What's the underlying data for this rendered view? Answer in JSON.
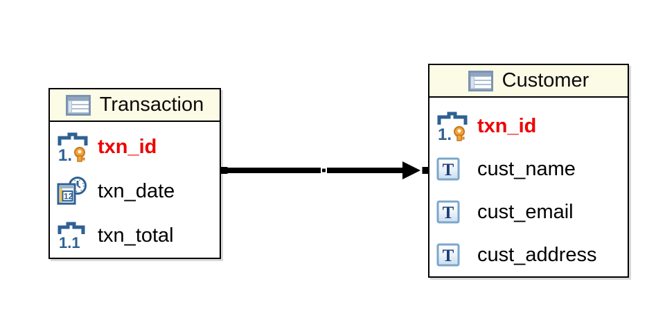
{
  "diagram": {
    "tables": [
      {
        "name": "Transaction",
        "fields": [
          {
            "label": "txn_id",
            "type": "numeric",
            "primary_key": true
          },
          {
            "label": "txn_date",
            "type": "datetime",
            "primary_key": false
          },
          {
            "label": "txn_total",
            "type": "numeric",
            "primary_key": false
          }
        ]
      },
      {
        "name": "Customer",
        "fields": [
          {
            "label": "txn_id",
            "type": "numeric",
            "primary_key": true
          },
          {
            "label": "cust_name",
            "type": "text",
            "primary_key": false
          },
          {
            "label": "cust_email",
            "type": "text",
            "primary_key": false
          },
          {
            "label": "cust_address",
            "type": "text",
            "primary_key": false
          }
        ]
      }
    ],
    "relationship": {
      "from_table": "Transaction",
      "to_table": "Customer",
      "arrow_direction": "right",
      "style": "thick-black-segmented-arrow"
    },
    "colors": {
      "canvas_background": "#ffffff",
      "header_background": "#fbfbe6",
      "table_border": "#000000",
      "primary_key_text": "#ee0000",
      "field_text": "#000000",
      "icon_blue": "#2e6093",
      "key_orange": "#f2a33c",
      "arrow": "#000000"
    }
  }
}
